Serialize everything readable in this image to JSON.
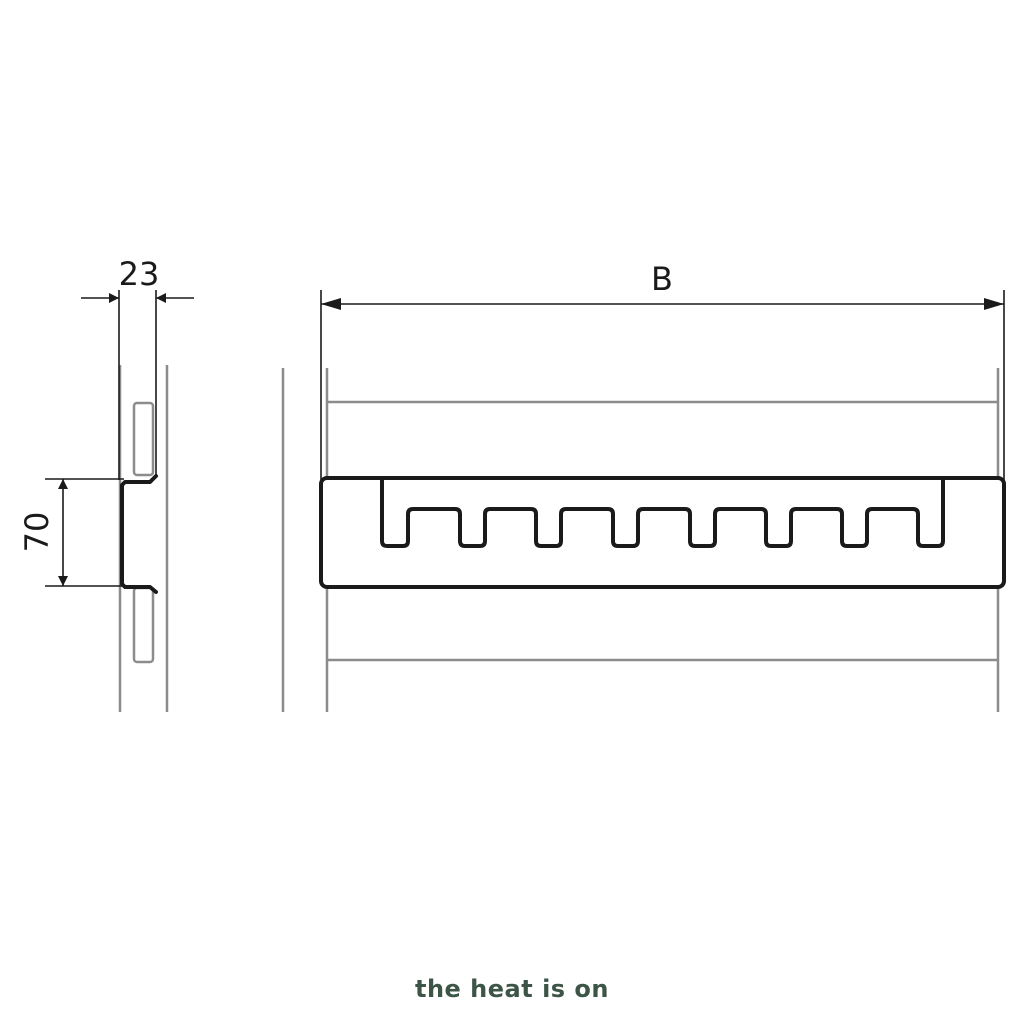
{
  "dimensions": {
    "depth_label": "23",
    "height_label": "70",
    "width_label": "B"
  },
  "brand": {
    "text": "the heat is on"
  },
  "colors": {
    "outline": "#1a1a1a",
    "wall": "#8c8c8c",
    "brand": "#3c5546"
  }
}
